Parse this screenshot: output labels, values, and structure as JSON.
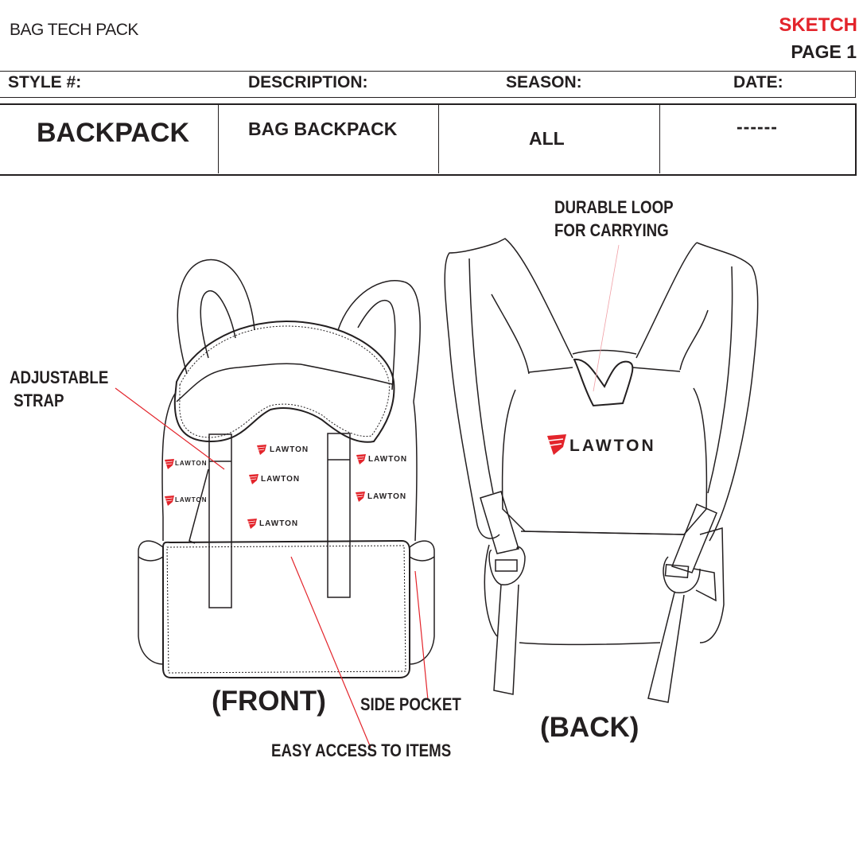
{
  "header": {
    "doc_title": "BAG TECH PACK",
    "sheet_type": "SKETCH",
    "page": "PAGE 1"
  },
  "info_table": {
    "labels": [
      "STYLE #:",
      "DESCRIPTION:",
      "SEASON:",
      "DATE:"
    ],
    "values": {
      "style": "BACKPACK",
      "description": "BAG BACKPACK",
      "season": "ALL",
      "date": "------"
    }
  },
  "callouts": {
    "adjustable_strap_line1": "ADJUSTABLE",
    "adjustable_strap_line2": "STRAP",
    "durable_loop_line1": "DURABLE LOOP",
    "durable_loop_line2": "FOR CARRYING",
    "side_pocket": "SIDE POCKET",
    "easy_access": "EASY ACCESS TO ITEMS"
  },
  "views": {
    "front": "(FRONT)",
    "back": "(BACK)"
  },
  "brand": {
    "logo_text": "LAWTON",
    "accent_color": "#e3242b",
    "line_color": "#231f20"
  }
}
